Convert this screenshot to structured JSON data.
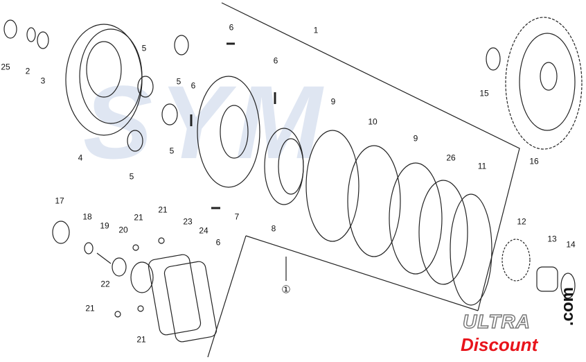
{
  "diagram": {
    "title": "Clutch assembly exploded view",
    "watermark": "SYM",
    "part_labels": [
      "25",
      "2",
      "3",
      "4",
      "5",
      "5",
      "5",
      "5",
      "6",
      "6",
      "6",
      "6",
      "1",
      "9",
      "10",
      "9",
      "26",
      "11",
      "8",
      "7",
      "15",
      "16",
      "12",
      "13",
      "14",
      "17",
      "18",
      "19",
      "20",
      "21",
      "21",
      "21",
      "21",
      "22",
      "23",
      "24",
      "①"
    ]
  },
  "logo": {
    "line1": "ULTRA",
    "line2": "Discount",
    "suffix": ".com",
    "colors": {
      "red": "#e8141b",
      "grey": "#777777"
    }
  }
}
